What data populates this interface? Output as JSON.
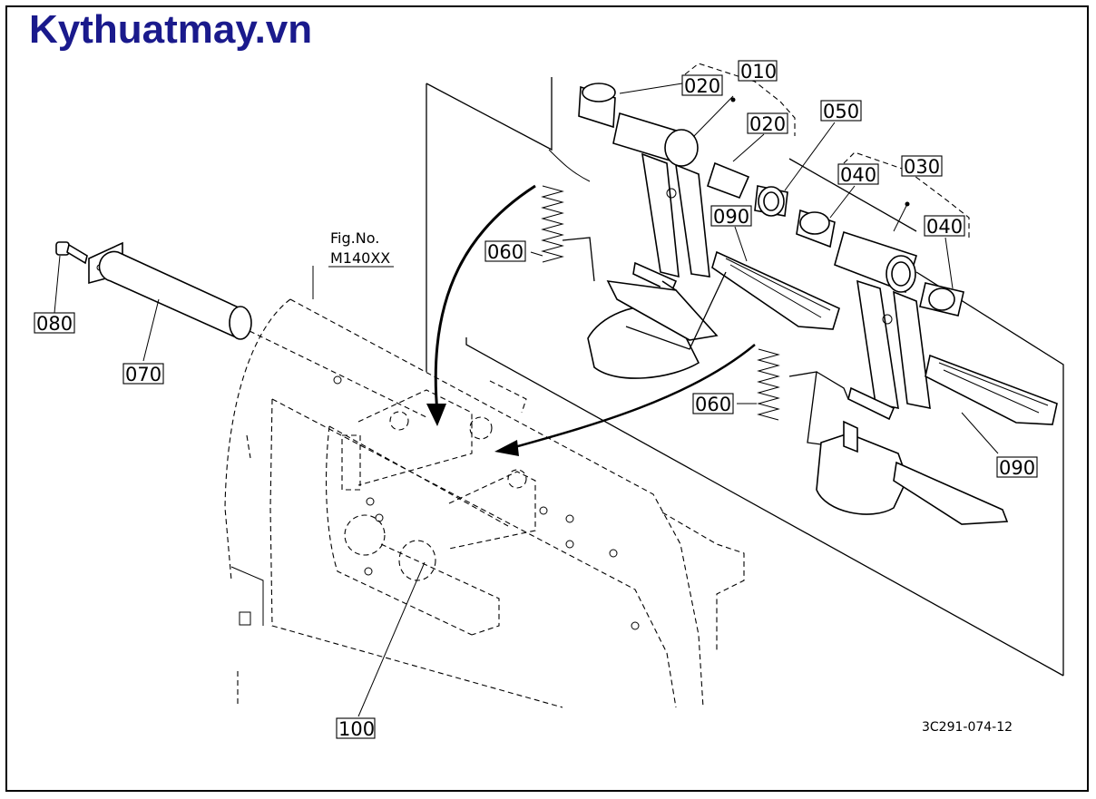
{
  "brand": "Kythuatmay.vn",
  "figure_ref": {
    "line1": "Fig.No.",
    "line2": "M140XX"
  },
  "diagram_code": "3C291-074-12",
  "callouts": [
    "010",
    "020",
    "020",
    "050",
    "040",
    "030",
    "040",
    "060",
    "090",
    "080",
    "070",
    "060",
    "090",
    "100"
  ],
  "colors": {
    "brand": "#1a1a8c",
    "line": "#000000",
    "background": "#ffffff"
  }
}
